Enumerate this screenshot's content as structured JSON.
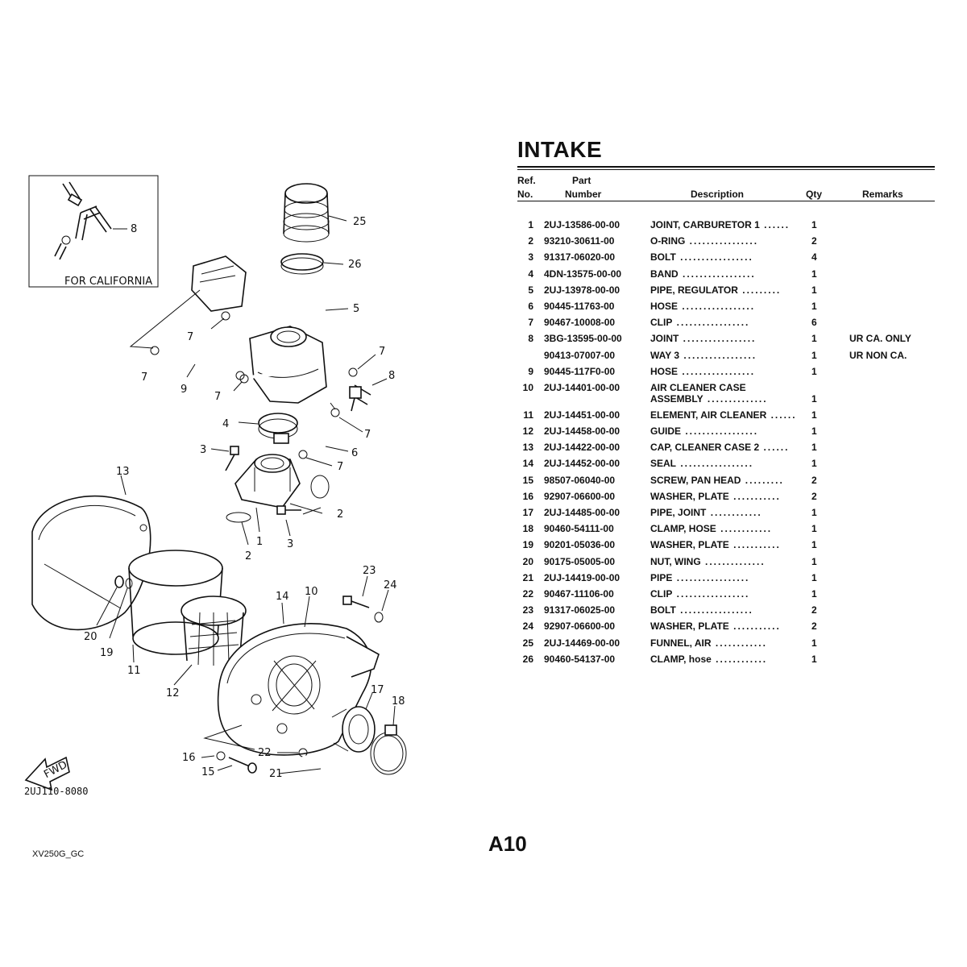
{
  "title": "INTAKE",
  "columns": {
    "ref_line1": "Ref.",
    "ref_line2": "No.",
    "part_line1": "Part",
    "part_line2": "Number",
    "description": "Description",
    "qty": "Qty",
    "remarks": "Remarks"
  },
  "parts": [
    {
      "ref": "1",
      "part": "2UJ-13586-00-00",
      "desc": "JOINT, CARBURETOR 1",
      "qty": "1",
      "remarks": ""
    },
    {
      "ref": "2",
      "part": "93210-30611-00",
      "desc": "O-RING",
      "qty": "2",
      "remarks": ""
    },
    {
      "ref": "3",
      "part": "91317-06020-00",
      "desc": "BOLT",
      "qty": "4",
      "remarks": ""
    },
    {
      "ref": "4",
      "part": "4DN-13575-00-00",
      "desc": "BAND",
      "qty": "1",
      "remarks": ""
    },
    {
      "ref": "5",
      "part": "2UJ-13978-00-00",
      "desc": "PIPE, REGULATOR",
      "qty": "1",
      "remarks": ""
    },
    {
      "ref": "6",
      "part": "90445-11763-00",
      "desc": "HOSE",
      "qty": "1",
      "remarks": ""
    },
    {
      "ref": "7",
      "part": "90467-10008-00",
      "desc": "CLIP",
      "qty": "6",
      "remarks": ""
    },
    {
      "ref": "8",
      "part": "3BG-13595-00-00",
      "desc": "JOINT",
      "qty": "1",
      "remarks": "UR CA. ONLY"
    },
    {
      "ref": "",
      "part": "90413-07007-00",
      "desc": "WAY 3",
      "qty": "1",
      "remarks": "UR NON CA."
    },
    {
      "ref": "9",
      "part": "90445-117F0-00",
      "desc": "HOSE",
      "qty": "1",
      "remarks": ""
    },
    {
      "ref": "10",
      "part": "2UJ-14401-00-00",
      "desc": "AIR CLEANER CASE",
      "desc2": "ASSEMBLY",
      "qty": "1",
      "remarks": ""
    },
    {
      "ref": "11",
      "part": "2UJ-14451-00-00",
      "desc": "ELEMENT, AIR CLEANER",
      "qty": "1",
      "remarks": ""
    },
    {
      "ref": "12",
      "part": "2UJ-14458-00-00",
      "desc": "GUIDE",
      "qty": "1",
      "remarks": ""
    },
    {
      "ref": "13",
      "part": "2UJ-14422-00-00",
      "desc": "CAP, CLEANER CASE 2",
      "qty": "1",
      "remarks": ""
    },
    {
      "ref": "14",
      "part": "2UJ-14452-00-00",
      "desc": "SEAL",
      "qty": "1",
      "remarks": ""
    },
    {
      "ref": "15",
      "part": "98507-06040-00",
      "desc": "SCREW, PAN HEAD",
      "qty": "2",
      "remarks": ""
    },
    {
      "ref": "16",
      "part": "92907-06600-00",
      "desc": "WASHER, PLATE",
      "qty": "2",
      "remarks": ""
    },
    {
      "ref": "17",
      "part": "2UJ-14485-00-00",
      "desc": "PIPE, JOINT",
      "qty": "1",
      "remarks": ""
    },
    {
      "ref": "18",
      "part": "90460-54111-00",
      "desc": "CLAMP, HOSE",
      "qty": "1",
      "remarks": ""
    },
    {
      "ref": "19",
      "part": "90201-05036-00",
      "desc": "WASHER, PLATE",
      "qty": "1",
      "remarks": ""
    },
    {
      "ref": "20",
      "part": "90175-05005-00",
      "desc": "NUT, WING",
      "qty": "1",
      "remarks": ""
    },
    {
      "ref": "21",
      "part": "2UJ-14419-00-00",
      "desc": "PIPE",
      "qty": "1",
      "remarks": ""
    },
    {
      "ref": "22",
      "part": "90467-11106-00",
      "desc": "CLIP",
      "qty": "1",
      "remarks": ""
    },
    {
      "ref": "23",
      "part": "91317-06025-00",
      "desc": "BOLT",
      "qty": "2",
      "remarks": ""
    },
    {
      "ref": "24",
      "part": "92907-06600-00",
      "desc": "WASHER, PLATE",
      "qty": "2",
      "remarks": ""
    },
    {
      "ref": "25",
      "part": "2UJ-14469-00-00",
      "desc": "FUNNEL, AIR",
      "qty": "1",
      "remarks": ""
    },
    {
      "ref": "26",
      "part": "90460-54137-00",
      "desc": "CLAMP, hose",
      "qty": "1",
      "remarks": ""
    }
  ],
  "diagram": {
    "inset_caption": "FOR CALIFORNIA",
    "fwd_label": "FWD",
    "diagram_code": "2UJ110-8080",
    "callouts": [
      "1",
      "2",
      "2",
      "3",
      "3",
      "4",
      "5",
      "6",
      "7",
      "7",
      "7",
      "7",
      "7",
      "7",
      "8",
      "8",
      "9",
      "10",
      "11",
      "12",
      "13",
      "14",
      "15",
      "16",
      "17",
      "18",
      "19",
      "20",
      "21",
      "22",
      "23",
      "24",
      "25",
      "26"
    ]
  },
  "page_number": "A10",
  "model_code": "XV250G_GC"
}
